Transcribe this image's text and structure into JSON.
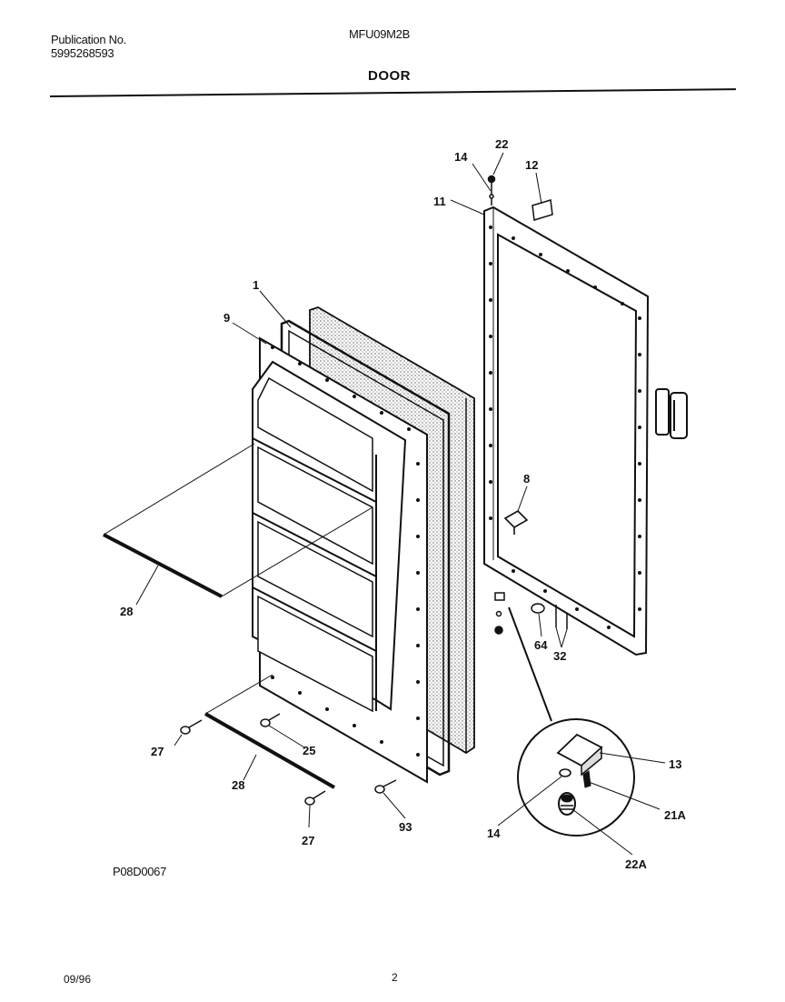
{
  "header": {
    "publication_label": "Publication No.",
    "publication_number": "5995268593",
    "model": "MFU09M2B",
    "section_title": "DOOR"
  },
  "diagram": {
    "code": "P08D0067",
    "labels": {
      "p1": "1",
      "p9": "9",
      "p28a": "28",
      "p28b": "28",
      "p27a": "27",
      "p27b": "27",
      "p25": "25",
      "p93": "93",
      "p11": "11",
      "p14a": "14",
      "p22": "22",
      "p12": "12",
      "p8": "8",
      "p64": "64",
      "p32": "32",
      "p13": "13",
      "p21a": "21A",
      "p22a": "22A",
      "p14b": "14"
    }
  },
  "footer": {
    "date": "09/96",
    "page": "2"
  }
}
